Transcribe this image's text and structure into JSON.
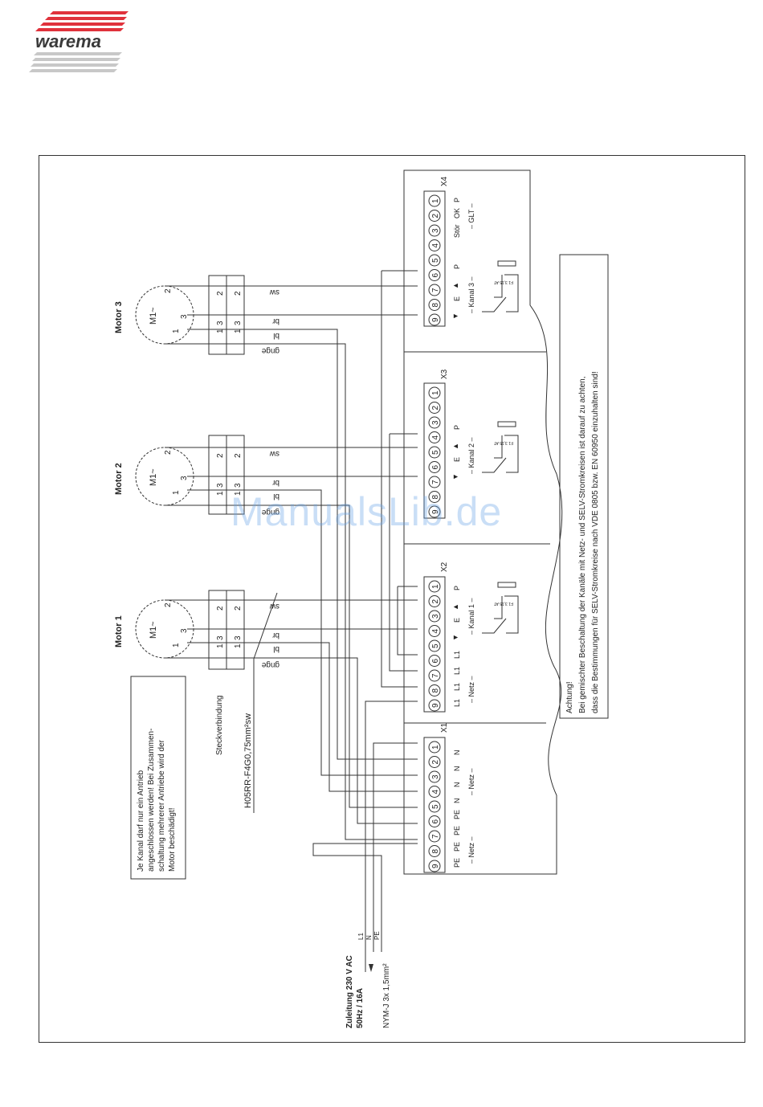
{
  "logo": {
    "text": "warema",
    "stripe_color": "#e0323c",
    "gray_color": "#c8c8c8",
    "text_color": "#3a3a3a"
  },
  "motors": [
    {
      "label": "Motor 1",
      "symbol": "M1~",
      "t1": "1",
      "t2": "2",
      "t3": "3"
    },
    {
      "label": "Motor 2",
      "symbol": "M1~",
      "t1": "1",
      "t2": "2",
      "t3": "3"
    },
    {
      "label": "Motor 3",
      "symbol": "M1~",
      "t1": "1",
      "t2": "2",
      "t3": "3"
    }
  ],
  "connector": {
    "n2": "2",
    "n3": "3",
    "n1": "1",
    "pe": "⏚"
  },
  "wire_colors": {
    "sw": "sw",
    "br": "br",
    "bl": "bl",
    "gnge": "gnge"
  },
  "note_box": {
    "line1": "Je Kanal darf nur ein Antrieb",
    "line2": "angeschlossen werden! Bei Zusammen-",
    "line3": "schaltung mehrerer Antriebe wird der",
    "line4": "Motor beschädigt!"
  },
  "steckverbindung": "Steckverbindung",
  "cable": "H05RR-F4G0,75mm²sw",
  "supply": {
    "line1": "Zuleitung 230 V AC",
    "line2": "50Hz / 16A",
    "cable": "NYM-J 3x 1,5mm²",
    "l1": "L1",
    "n": "N",
    "pe": "PE"
  },
  "terminal_numbers": [
    "9",
    "8",
    "7",
    "6",
    "5",
    "4",
    "3",
    "2",
    "1"
  ],
  "x1": {
    "name": "X1",
    "labels": [
      "PE",
      "PE",
      "PE",
      "PE",
      "N",
      "N",
      "N",
      "N"
    ],
    "netz_left": "– Netz –",
    "netz_right": "– Netz –"
  },
  "x2": {
    "name": "X2",
    "labels": [
      "L1",
      "L1",
      "L1",
      "L1"
    ],
    "netz": "– Netz –",
    "kanal": "– Kanal 1 –"
  },
  "x3": {
    "name": "X3",
    "kanal": "– Kanal 2 –"
  },
  "x4": {
    "name": "X4",
    "kanal": "– Kanal 3 –",
    "stor": "Stör",
    "ok": "OK",
    "p": "P",
    "glt": "– GLT –"
  },
  "channel_symbols": {
    "down": "▼",
    "e": "E",
    "up": "▲",
    "p": "P"
  },
  "fuse_label": "F1 3,15 AT",
  "warning": {
    "line1": "Achtung!",
    "line2": "Bei gemischter Beschaltung der Kanäle mit Netz- und SELV-Stromkreisen ist darauf zu achten,",
    "line3": "dass die Bestimmungen für SELV-Stromkreise nach VDE 0805 bzw. EN 60950 einzuhalten sind!"
  },
  "watermark": "ManualsLib.de"
}
